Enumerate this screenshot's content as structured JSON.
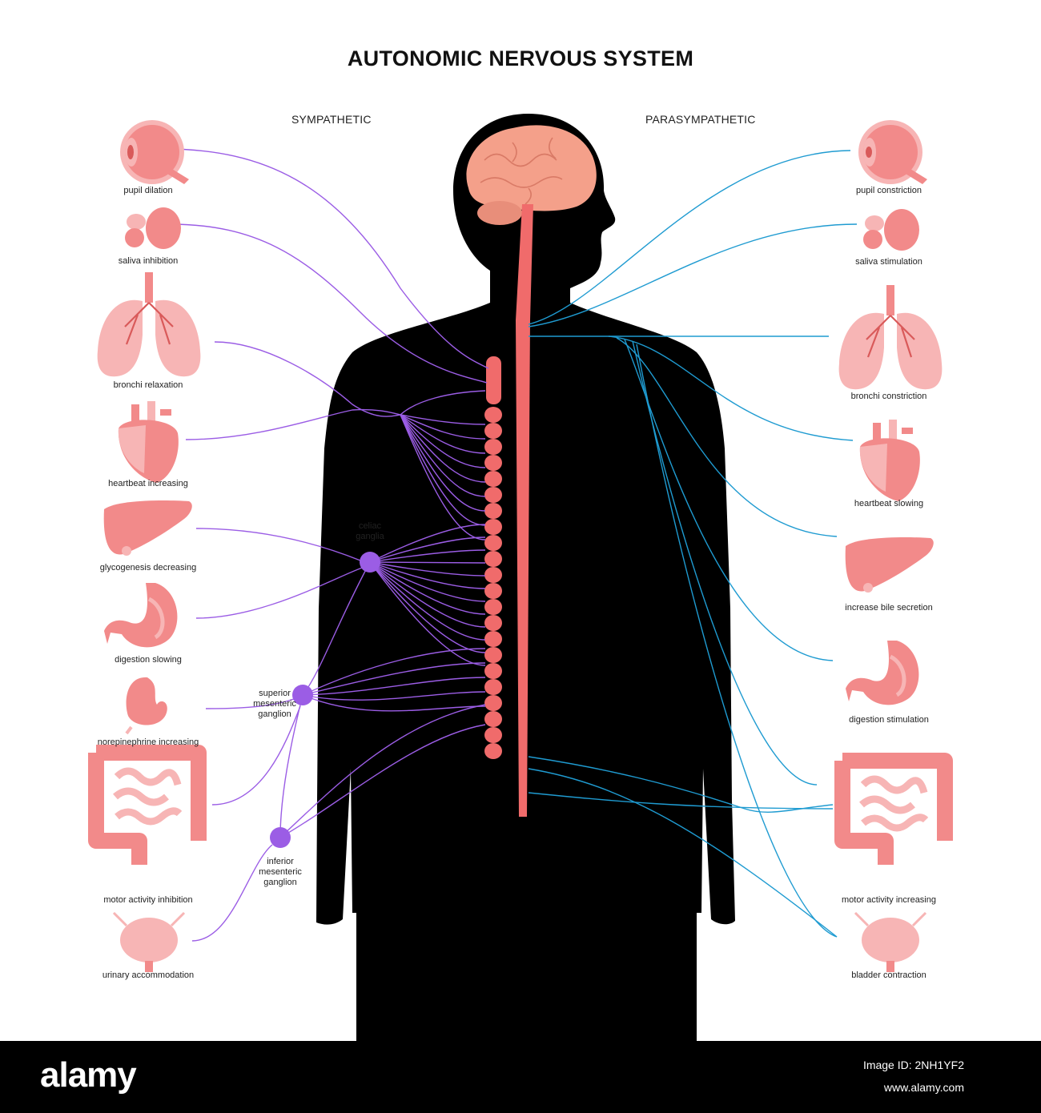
{
  "title": "AUTONOMIC NERVOUS SYSTEM",
  "sections": {
    "left": "SYMPATHETIC",
    "right": "PARASYMPATHETIC"
  },
  "colors": {
    "sympathetic": "#9b5de5",
    "parasympathetic": "#1f9bd1",
    "organ": "#f28a8a",
    "organ_light": "#f7b5b5",
    "spine": "#f06b6b",
    "brain": "#f4a08a",
    "silhouette": "#000000",
    "ganglion": "#9b5de5"
  },
  "sympathetic_organs": [
    {
      "label": "pupil dilation",
      "icon": "eye-icon"
    },
    {
      "label": "saliva inhibition",
      "icon": "salivary-gland-icon"
    },
    {
      "label": "bronchi relaxation",
      "icon": "lungs-icon"
    },
    {
      "label": "heartbeat increasing",
      "icon": "heart-icon"
    },
    {
      "label": "glycogenesis decreasing",
      "icon": "liver-icon"
    },
    {
      "label": "digestion slowing",
      "icon": "stomach-icon"
    },
    {
      "label": "norepinephrine increasing",
      "icon": "kidney-icon"
    },
    {
      "label": "motor activity inhibition",
      "icon": "intestines-icon"
    },
    {
      "label": "urinary accommodation",
      "icon": "bladder-icon"
    }
  ],
  "parasympathetic_organs": [
    {
      "label": "pupil constriction",
      "icon": "eye-icon"
    },
    {
      "label": "saliva stimulation",
      "icon": "salivary-gland-icon"
    },
    {
      "label": "bronchi constriction",
      "icon": "lungs-icon"
    },
    {
      "label": "heartbeat slowing",
      "icon": "heart-icon"
    },
    {
      "label": "increase bile secretion",
      "icon": "liver-icon"
    },
    {
      "label": "digestion stimulation",
      "icon": "stomach-icon"
    },
    {
      "label": "motor activity increasing",
      "icon": "intestines-icon"
    },
    {
      "label": "bladder contraction",
      "icon": "bladder-icon"
    }
  ],
  "ganglia": {
    "celiac": [
      "celiac",
      "ganglia"
    ],
    "superior": [
      "superior",
      "mesenteric",
      "ganglion"
    ],
    "inferior": [
      "inferior",
      "mesenteric",
      "ganglion"
    ]
  },
  "footer": {
    "brand": "alamy",
    "image_id": "Image ID: 2NH1YF2",
    "site": "www.alamy.com"
  }
}
